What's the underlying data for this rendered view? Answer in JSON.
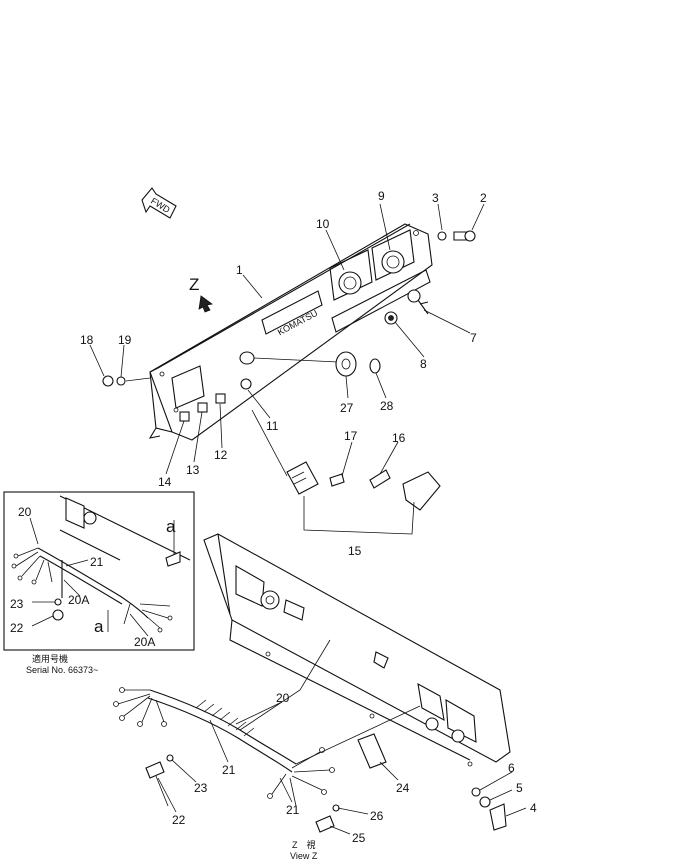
{
  "view_marker": "Z",
  "fwd_label": "FWD",
  "brand_plate": "KOMATSU",
  "inset_label_a": "a",
  "inset_serial_cjk": "適用号機",
  "inset_serial": "Serial No. 66373~",
  "view_caption_cjk": "Z　視",
  "view_caption": "View Z",
  "callouts": {
    "c1": "1",
    "c2": "2",
    "c3": "3",
    "c4": "4",
    "c5": "5",
    "c6": "6",
    "c7": "7",
    "c8": "8",
    "c9": "9",
    "c10": "10",
    "c11": "11",
    "c12": "12",
    "c13": "13",
    "c14": "14",
    "c15": "15",
    "c16": "16",
    "c17": "17",
    "c18": "18",
    "c19": "19",
    "c20a": "20",
    "c20b": "20",
    "c20A1": "20A",
    "c20A2": "20A",
    "c21a": "21",
    "c21b": "21",
    "c21c": "21",
    "c22a": "22",
    "c22b": "22",
    "c23a": "23",
    "c23b": "23",
    "c24": "24",
    "c25": "25",
    "c26": "26",
    "c27": "27",
    "c28": "28"
  }
}
